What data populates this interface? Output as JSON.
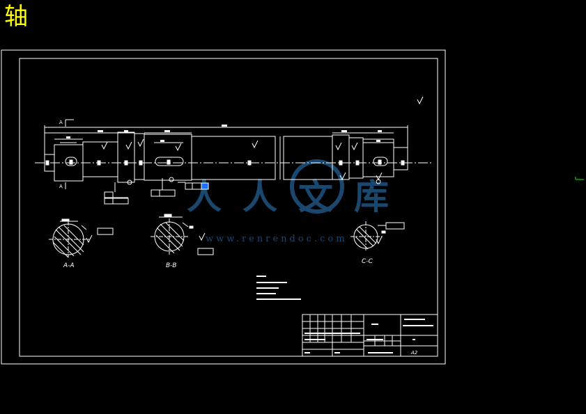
{
  "title": "轴",
  "watermark": {
    "text_cn": "人人文库",
    "url": "www.renrendoc.com",
    "color": "#1c4f7a"
  },
  "labels": {
    "section_a": "A",
    "section_aa": "A-A",
    "section_bb": "B-B",
    "section_cc": "C-C",
    "scale_note": "A2"
  },
  "colors": {
    "background": "#000000",
    "lines": "#ffffff",
    "title": "#ffff00",
    "marker": "#00ff00",
    "highlight": "#1e6fff"
  }
}
